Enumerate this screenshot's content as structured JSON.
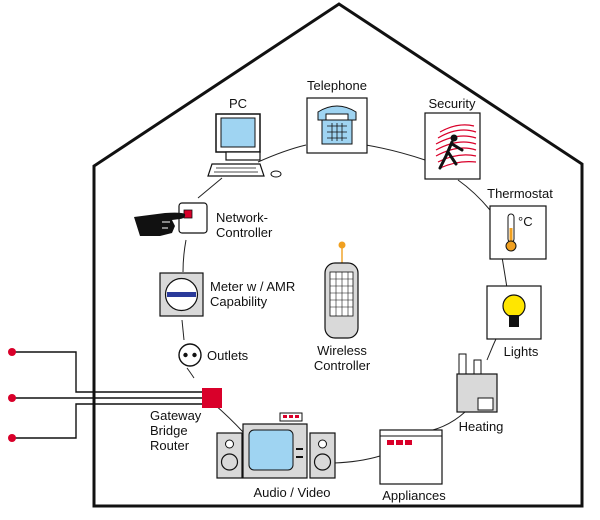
{
  "colors": {
    "outline": "#111111",
    "accent_red": "#d9002a",
    "screen_blue": "#9fd4f2",
    "device_gray": "#d9d9d9",
    "bulb_yellow": "#ffe600",
    "antenna_orange": "#f0a020"
  },
  "devices": {
    "pc": {
      "label": "PC",
      "icon": "desktop-computer-icon"
    },
    "telephone": {
      "label": "Telephone",
      "icon": "telephone-icon"
    },
    "security": {
      "label": "Security",
      "icon": "intruder-alarm-icon"
    },
    "thermostat": {
      "label_line1": "Thermostat",
      "unit": "°C",
      "icon": "thermometer-icon"
    },
    "lights": {
      "label": "Lights",
      "icon": "light-bulb-icon"
    },
    "heating": {
      "label": "Heating",
      "icon": "boiler-icon"
    },
    "appliances": {
      "label": "Appliances",
      "icon": "appliance-icon"
    },
    "audio_video": {
      "label": "Audio / Video",
      "icon": "tv-speakers-icon"
    },
    "gateway": {
      "line1": "Gateway",
      "line2": "Bridge",
      "line3": "Router",
      "icon": "gateway-node-icon"
    },
    "outlets": {
      "label": "Outlets",
      "icon": "power-outlet-icon"
    },
    "meter": {
      "line1": "Meter w / AMR",
      "line2": "Capability",
      "icon": "meter-icon"
    },
    "network_controller": {
      "line1": "Network-",
      "line2": "Controller",
      "icon": "hand-pressing-button-icon"
    },
    "wireless_controller": {
      "line1": "Wireless",
      "line2": "Controller",
      "icon": "remote-control-icon"
    }
  }
}
